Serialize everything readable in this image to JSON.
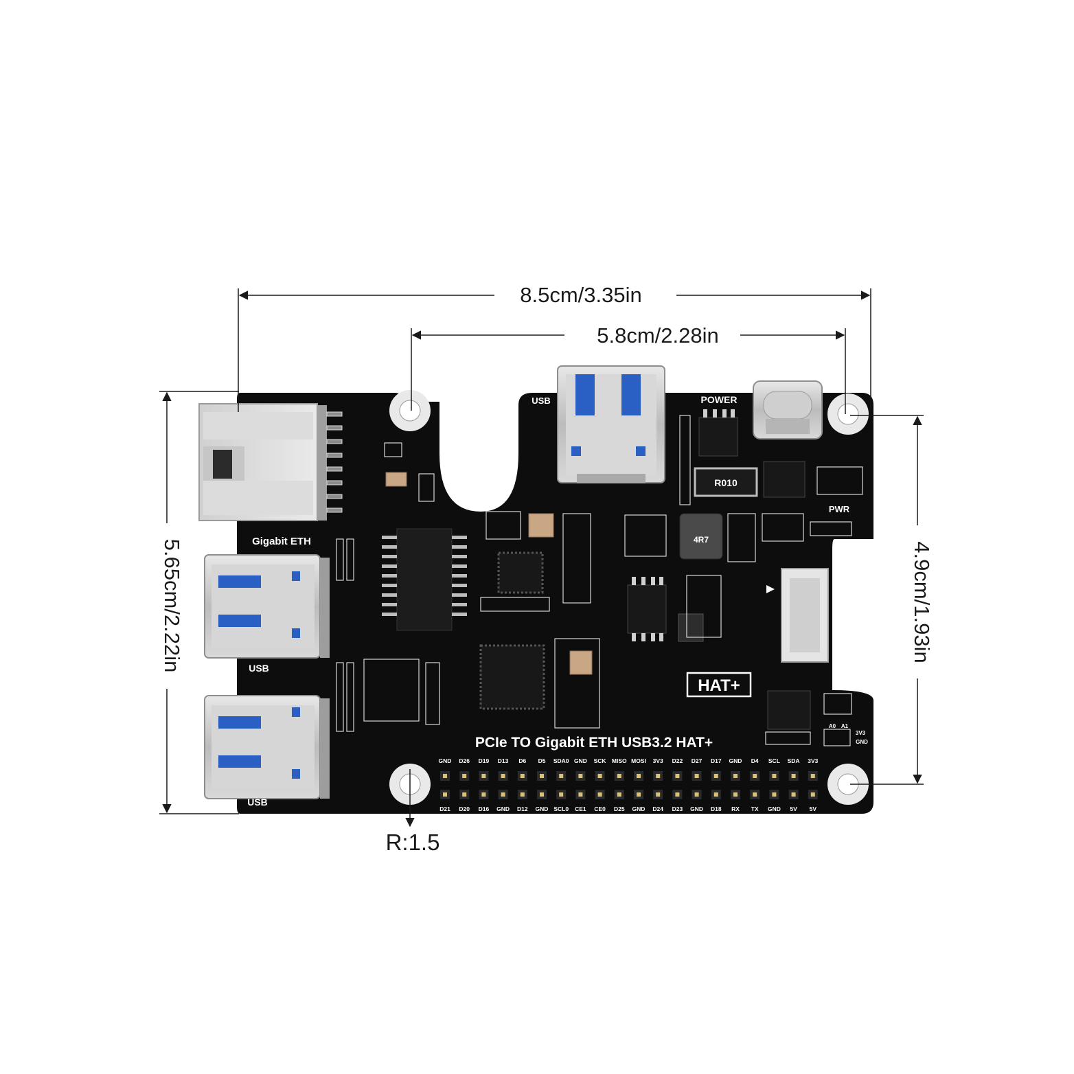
{
  "dimensions": {
    "width_overall": "8.5cm/3.35in",
    "width_holes": "5.8cm/2.28in",
    "height_overall": "5.65cm/2.22in",
    "height_holes": "4.9cm/1.93in",
    "hole_radius": "R:1.5"
  },
  "board": {
    "title": "PCIe TO Gigabit ETH USB3.2 HAT+",
    "badge": "HAT+",
    "labels": {
      "eth": "Gigabit ETH",
      "usb_top": "USB",
      "usb_left_1": "USB",
      "usb_left_2": "USB",
      "power": "POWER",
      "pwr": "PWR",
      "resistor": "R010",
      "inductor": "4R7",
      "a0": "A0",
      "a1": "A1",
      "v3v3": "3V3",
      "gnd": "GND"
    },
    "pins_top": [
      "GND",
      "D26",
      "D19",
      "D13",
      "D6",
      "D5",
      "SDA0",
      "GND",
      "SCK",
      "MISO",
      "MOSI",
      "3V3",
      "D22",
      "D27",
      "D17",
      "GND",
      "D4",
      "SCL",
      "SDA",
      "3V3"
    ],
    "pins_bottom": [
      "D21",
      "D20",
      "D16",
      "GND",
      "D12",
      "GND",
      "SCL0",
      "CE1",
      "CE0",
      "D25",
      "GND",
      "D24",
      "D23",
      "GND",
      "D18",
      "RX",
      "TX",
      "GND",
      "5V",
      "5V"
    ]
  },
  "colors": {
    "pcb": "#0d0d0d",
    "silkscreen": "#ffffff",
    "usb_blue": "#2a5fc4",
    "metal": "#c8c8c8"
  }
}
